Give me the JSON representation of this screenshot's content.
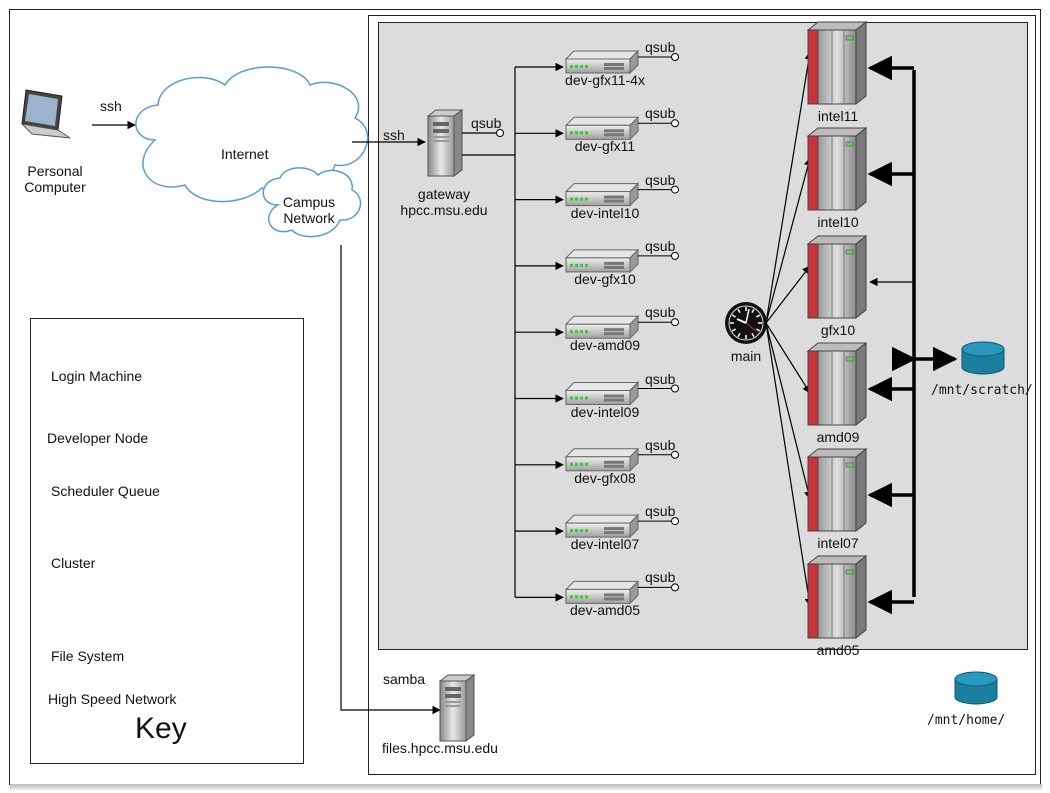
{
  "personal": {
    "line1": "Personal",
    "line2": "Computer",
    "ssh": "ssh"
  },
  "internet": {
    "label": "Internet"
  },
  "campus": {
    "line1": "Campus",
    "line2": "Network"
  },
  "gateway": {
    "ssh": "ssh",
    "qsub": "qsub",
    "line1": "gateway",
    "line2": "hpcc.msu.edu"
  },
  "dev_nodes": [
    {
      "name": "dev-gfx11-4x",
      "qsub": "qsub"
    },
    {
      "name": "dev-gfx11",
      "qsub": "qsub"
    },
    {
      "name": "dev-intel10",
      "qsub": "qsub"
    },
    {
      "name": "dev-gfx10",
      "qsub": "qsub"
    },
    {
      "name": "dev-amd09",
      "qsub": "qsub"
    },
    {
      "name": "dev-intel09",
      "qsub": "qsub"
    },
    {
      "name": "dev-gfx08",
      "qsub": "qsub"
    },
    {
      "name": "dev-intel07",
      "qsub": "qsub"
    },
    {
      "name": "dev-amd05",
      "qsub": "qsub"
    }
  ],
  "scheduler": {
    "label": "main"
  },
  "clusters": [
    "intel11",
    "intel10",
    "gfx10",
    "amd09",
    "intel07",
    "amd05"
  ],
  "scratch": {
    "label": "/mnt/scratch/"
  },
  "home": {
    "label": "/mnt/home/"
  },
  "samba": {
    "label": "samba",
    "host": "files.hpcc.msu.edu"
  },
  "key": {
    "title": "Key",
    "items": [
      "Login Machine",
      "Developer Node",
      "Scheduler Queue",
      "Cluster",
      "File System",
      "High Speed Network"
    ]
  },
  "colors": {
    "panel": "#dcdcdc",
    "cluster_red": "#c8343a",
    "disk": "#1b7fa0",
    "cloud_stroke": "#5b9bd5"
  }
}
